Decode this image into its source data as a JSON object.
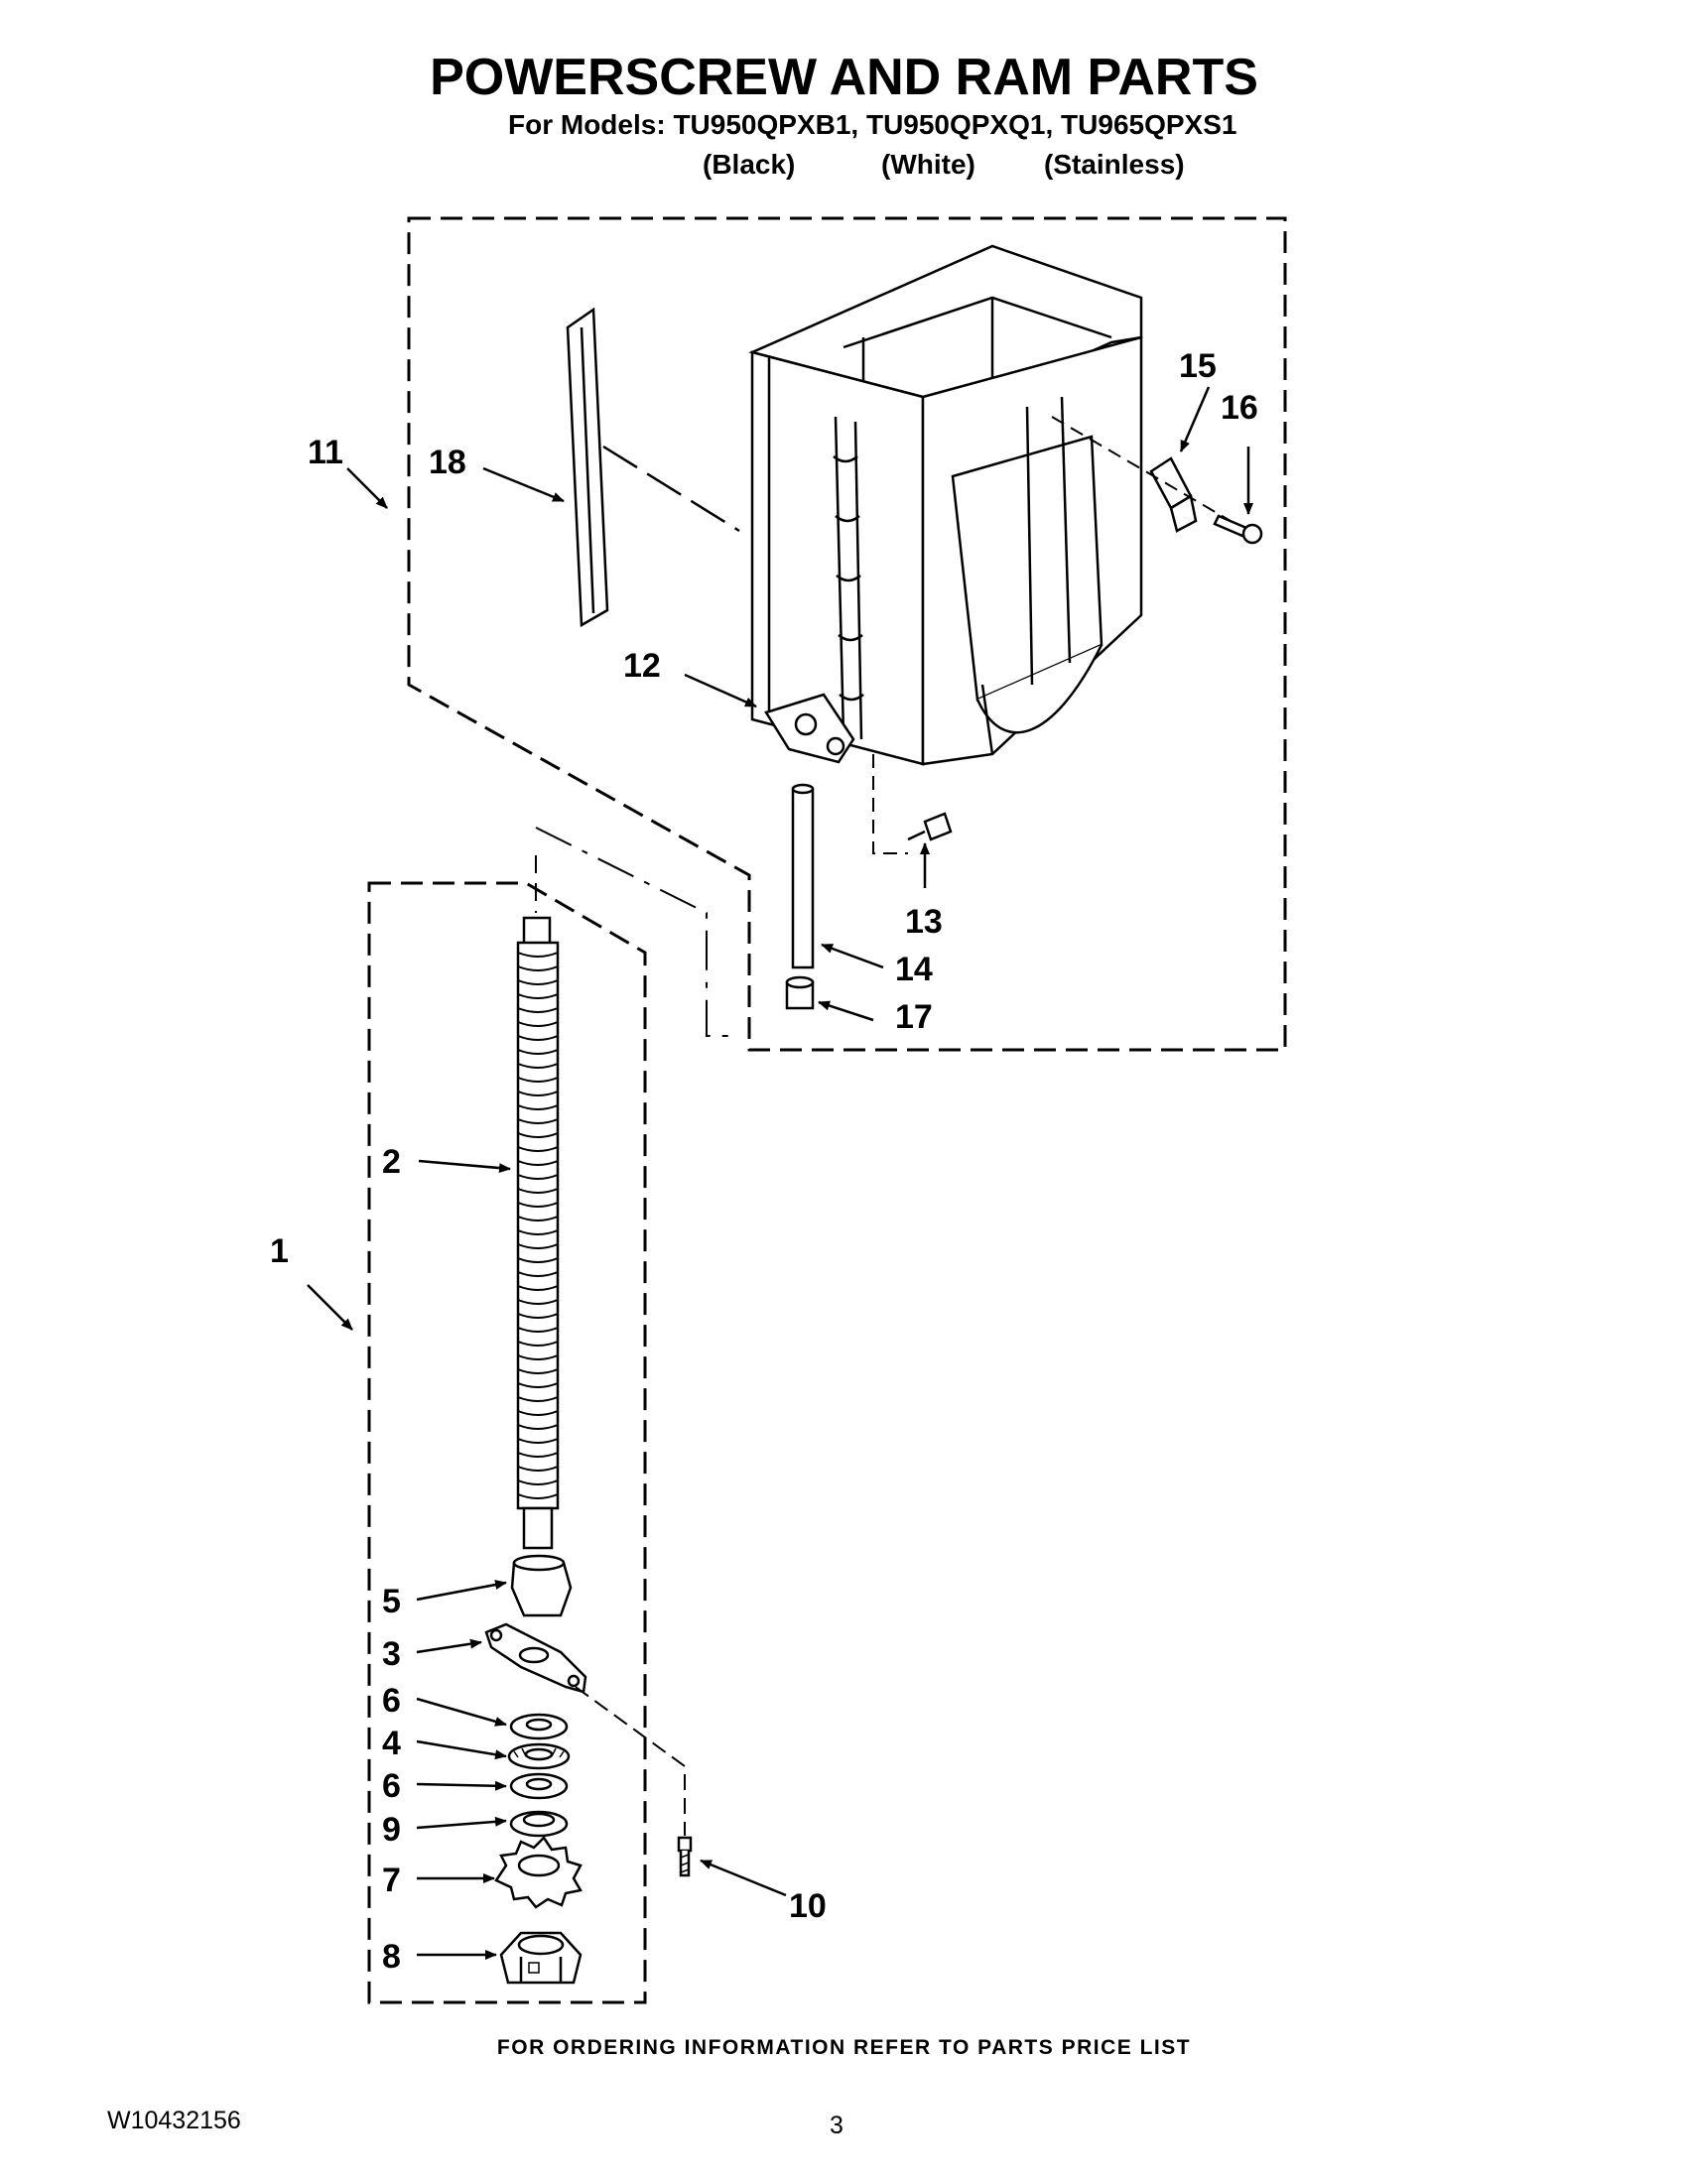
{
  "header": {
    "title": "POWERSCREW AND RAM PARTS",
    "models_line": "For Models: TU950QPXB1, TU950QPXQ1, TU965QPXS1",
    "variants": [
      "(Black)",
      "(White)",
      "(Stainless)"
    ]
  },
  "callouts": {
    "c1": "1",
    "c2": "2",
    "c3": "3",
    "c4": "4",
    "c5": "5",
    "c6a": "6",
    "c6b": "6",
    "c7": "7",
    "c8": "8",
    "c9": "9",
    "c10": "10",
    "c11": "11",
    "c12": "12",
    "c13": "13",
    "c14": "14",
    "c15": "15",
    "c16": "16",
    "c17": "17",
    "c18": "18"
  },
  "footer": {
    "ordering_note": "FOR ORDERING INFORMATION REFER TO PARTS PRICE LIST",
    "document_number": "W10432156",
    "page_number": "3"
  }
}
